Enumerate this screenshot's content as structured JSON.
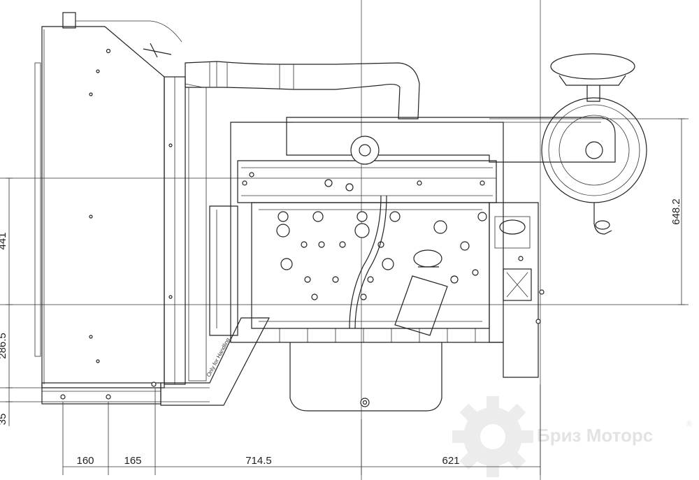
{
  "drawing": {
    "dimensions": {
      "left_upper": "441",
      "left_middle": "286.5",
      "left_lower": "35",
      "right_height": "648.2",
      "bottom_1": "160",
      "bottom_2": "165",
      "bottom_3": "714.5",
      "bottom_4": "621"
    },
    "label_handling": "Only for Handling",
    "watermark": {
      "text": "Бриз Моторс",
      "registered": "®",
      "color": "#e3e3e3",
      "icon": "gear-icon"
    }
  }
}
